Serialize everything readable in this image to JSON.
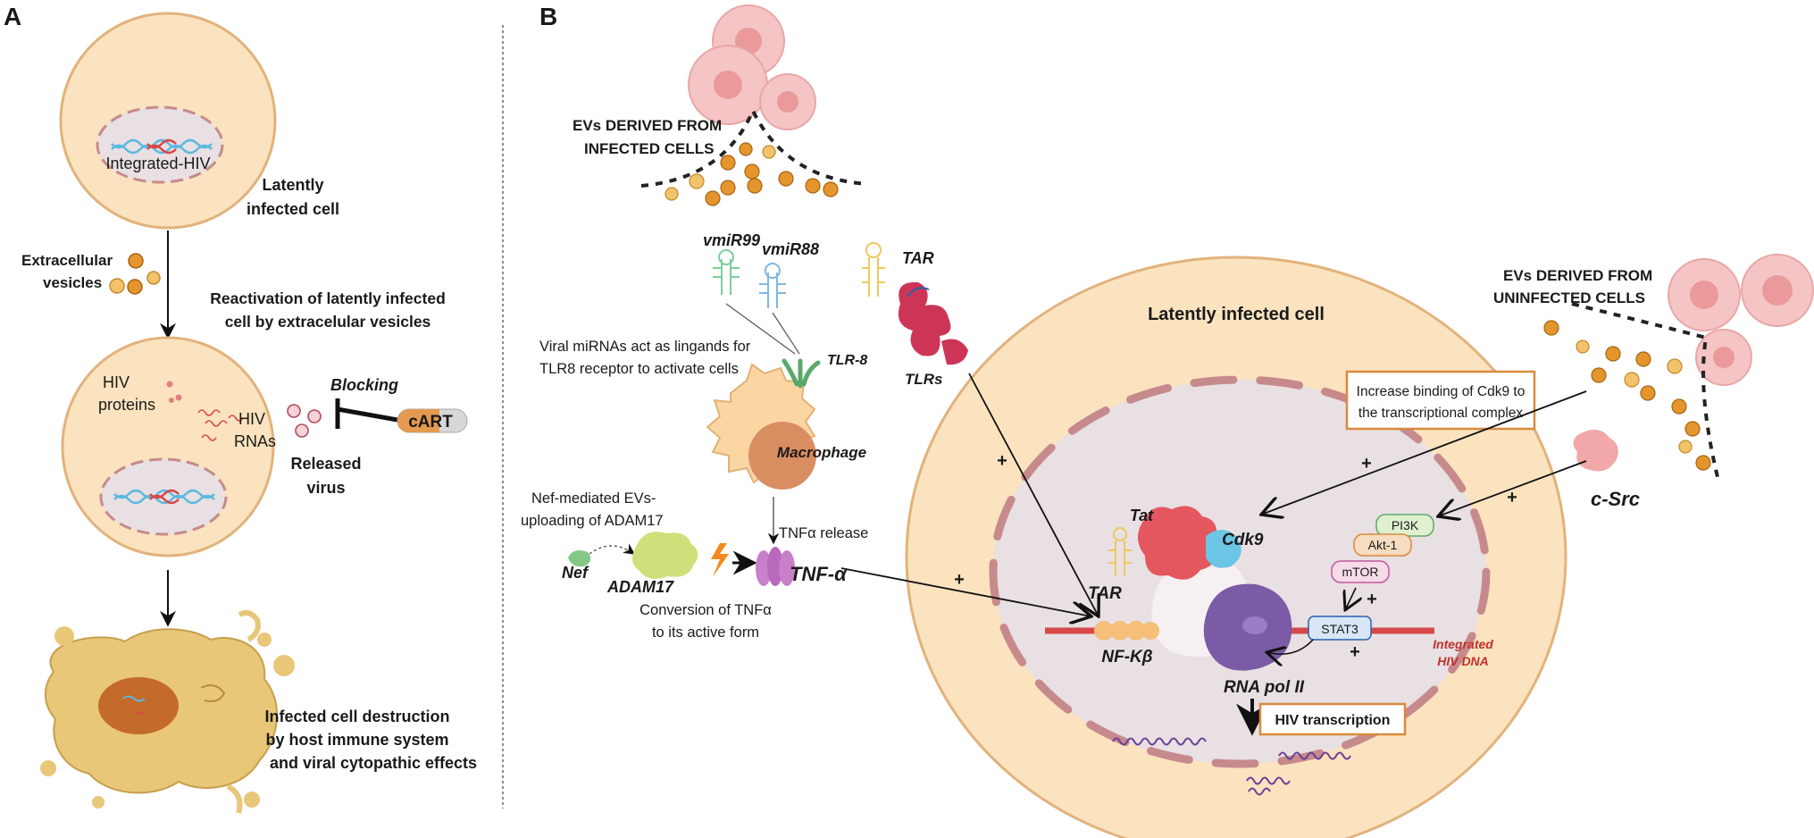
{
  "panel_a": {
    "letter": "A",
    "integrated_hiv": "Integrated-HIV",
    "latent_cell": [
      "Latently",
      "infected cell"
    ],
    "ev_label": [
      "Extracellular",
      "vesicles"
    ],
    "reactivation": [
      "Reactivation of latently infected",
      "cell by extracelular vesicles"
    ],
    "hiv_proteins": [
      "HIV",
      "proteins"
    ],
    "hiv_rnas": [
      "HIV",
      "RNAs"
    ],
    "blocking": "Blocking",
    "cart": "cART",
    "released_virus": [
      "Released",
      "virus"
    ],
    "destruction": [
      "Infected cell destruction",
      "by host immune system",
      "and viral cytopathic effects"
    ]
  },
  "panel_b": {
    "letter": "B",
    "evs_infected": [
      "EVs DERIVED FROM",
      "INFECTED CELLS"
    ],
    "vmir99": "vmiR99",
    "vmir88": "vmiR88",
    "tar_top": "TAR",
    "tlrs": "TLRs",
    "tlr8": "TLR-8",
    "viral_mirnas": [
      "Viral miRNAs act as lingands for",
      "TLR8 receptor to activate cells"
    ],
    "macrophage": "Macrophage",
    "tnf_release": "TNFα release",
    "nef_mediated": [
      "Nef-mediated EVs-",
      "uploading of ADAM17"
    ],
    "nef": "Nef",
    "adam17": "ADAM17",
    "tnf_alpha": "TNF-α",
    "conversion": [
      "Conversion of TNFα",
      "to its active form"
    ],
    "latent_cell": "Latently infected cell",
    "evs_uninfected": [
      "EVs DERIVED  FROM",
      "UNINFECTED CELLS"
    ],
    "increase_binding": [
      "Increase binding of Cdk9 to",
      "the transcriptional complex"
    ],
    "c_src": "c-Src",
    "pi3k": "PI3K",
    "akt1": "Akt-1",
    "mtor": "mTOR",
    "stat3": "STAT3",
    "tat": "Tat",
    "cdk9": "Cdk9",
    "tar_nucleus": "TAR",
    "nfkb": "NF-Kβ",
    "rna_pol": "RNA pol II",
    "integrated_dna": [
      "Integrated",
      "HIV DNA"
    ],
    "hiv_transcription": "HIV transcription",
    "plus": "+"
  },
  "colors": {
    "cell_fill": "#fbe3bf",
    "cell_stroke": "#e2b27c",
    "nucleus_fill": "#e8e0e3",
    "nuclear_pore": "#c78a8c",
    "vesicle": "#e4962d",
    "vesicle_light": "#f2c36b",
    "ev_cell": "#f5c4c4",
    "dna_red": "#d84848",
    "cart_orange": "#e49a4f",
    "box_orange": "#d98a3c",
    "label_red": "#c0312b",
    "tlr_red": "#cc3556",
    "tat_red": "#e4575e",
    "cdk9_blue": "#6cc5e4",
    "pol_purple": "#7b5aa6",
    "adam_green": "#cfe07a",
    "tnf_purple": "#c780c9",
    "nfkb_orange": "#f6c07a"
  }
}
